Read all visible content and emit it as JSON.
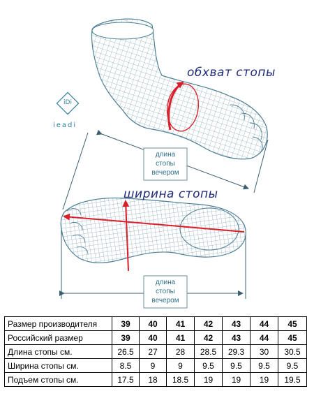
{
  "labels": {
    "girth": "обхват стопы",
    "width": "ширина стопы",
    "length_box_top": [
      "длина",
      "стопы",
      "вечером"
    ],
    "length_box_bottom": [
      "длина",
      "стопы",
      "вечером"
    ]
  },
  "logo": {
    "mark": "iDi",
    "wordmark": "ieadi"
  },
  "table": {
    "rows": [
      {
        "label": "Размер производителя",
        "bold": true,
        "values": [
          "39",
          "40",
          "41",
          "42",
          "43",
          "44",
          "45"
        ]
      },
      {
        "label": "Российский размер",
        "bold": true,
        "values": [
          "39",
          "40",
          "41",
          "42",
          "43",
          "44",
          "45"
        ]
      },
      {
        "label": "Длина стопы см.",
        "bold": false,
        "values": [
          "26.5",
          "27",
          "28",
          "28.5",
          "29.3",
          "30",
          "30.5"
        ]
      },
      {
        "label": "Ширина стопы см.",
        "bold": false,
        "values": [
          "8.5",
          "9",
          "9",
          "9.5",
          "9.5",
          "9.5",
          "9.5"
        ]
      },
      {
        "label": "Подъем стопы см.",
        "bold": false,
        "values": [
          "17.5",
          "18",
          "18.5",
          "19",
          "19",
          "19",
          "19.5"
        ]
      }
    ]
  },
  "colors": {
    "mesh": "#4f7f95",
    "measure_red": "#d81f2b",
    "label_blue": "#1f2a78",
    "logo_teal": "#2c7d9c"
  }
}
